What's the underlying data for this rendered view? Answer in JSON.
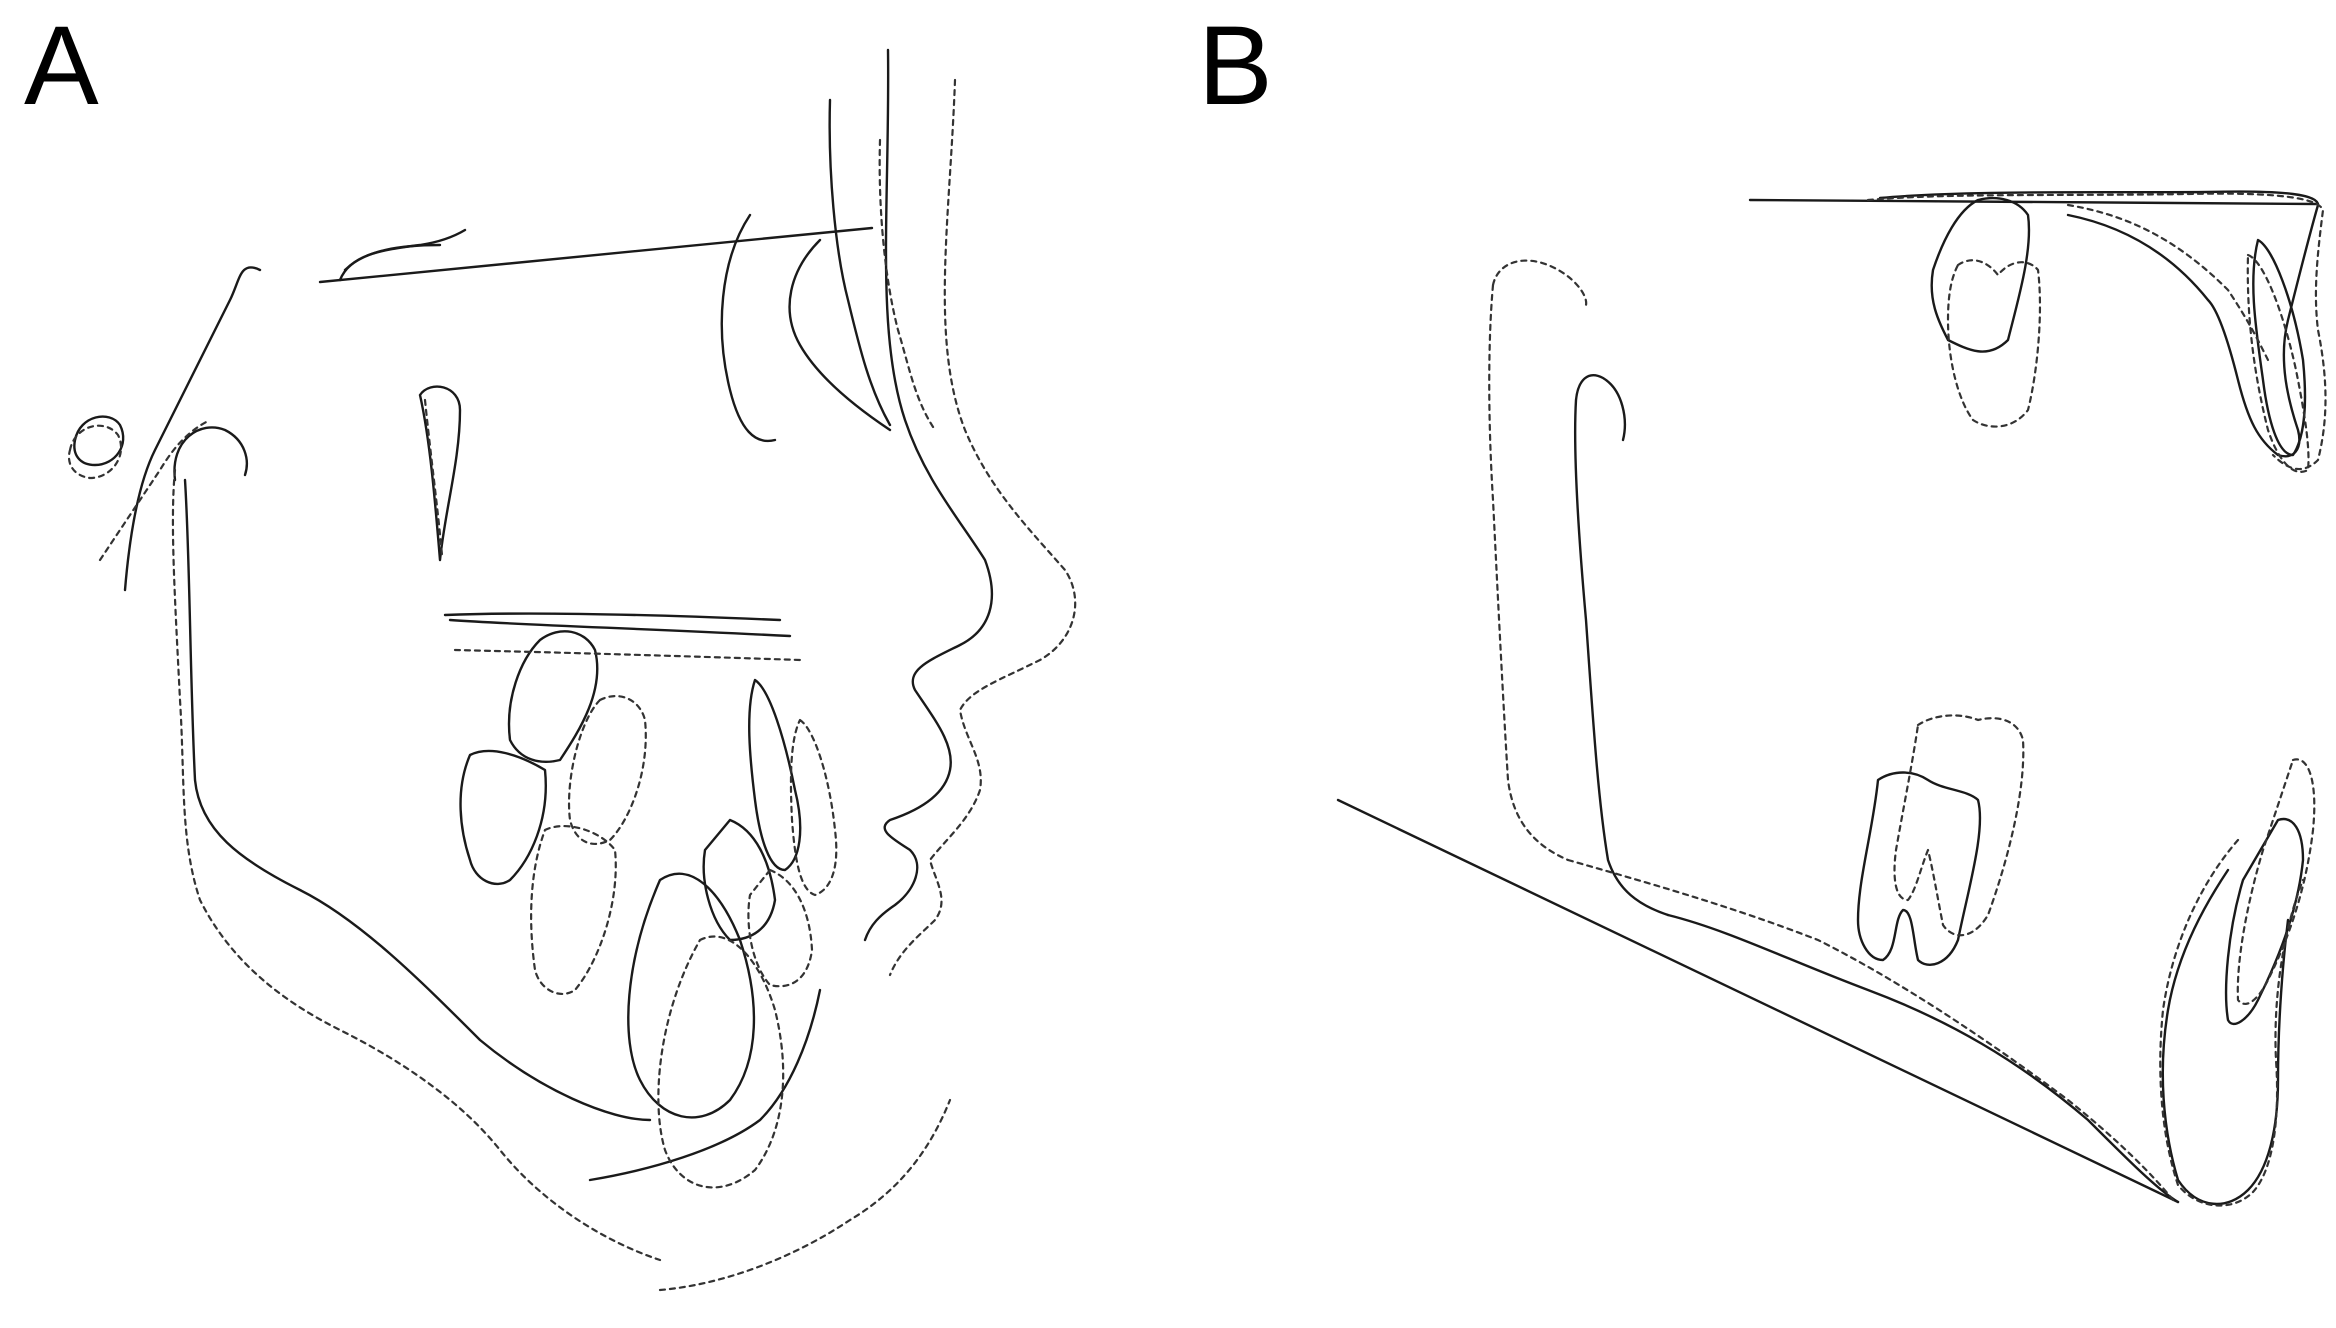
{
  "panels": [
    {
      "label": "A"
    },
    {
      "label": "B"
    }
  ],
  "line_styles": {
    "solid": "#1a1a1a",
    "dashed": "#333333",
    "dash_pattern": "5 5"
  }
}
